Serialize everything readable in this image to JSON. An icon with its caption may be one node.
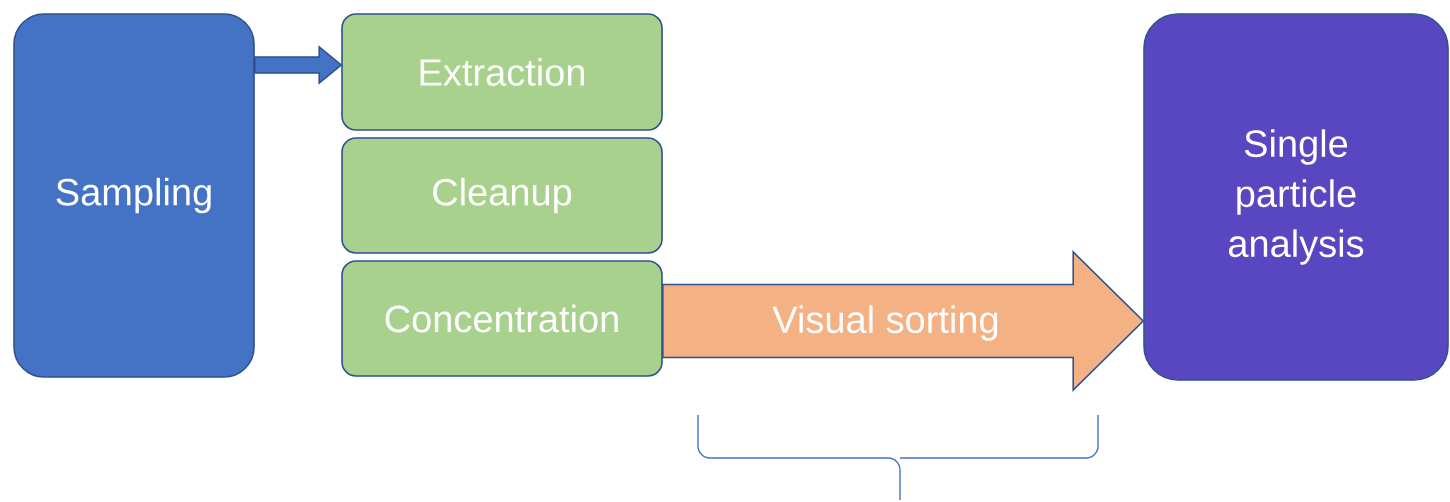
{
  "diagram": {
    "nodes": [
      {
        "text": [
          "Sampling"
        ]
      },
      {
        "text": [
          "Extraction"
        ]
      },
      {
        "text": [
          "Cleanup"
        ]
      },
      {
        "text": [
          "Concentration"
        ]
      },
      {
        "text": [
          "Single particle analysis"
        ]
      }
    ],
    "edges": [
      {
        "from": 0,
        "to": 1,
        "arrow": "to"
      },
      {
        "from": 3,
        "to": 4,
        "arrow": "to",
        "label": "Visual sorting",
        "color": "#f4b183"
      }
    ]
  }
}
